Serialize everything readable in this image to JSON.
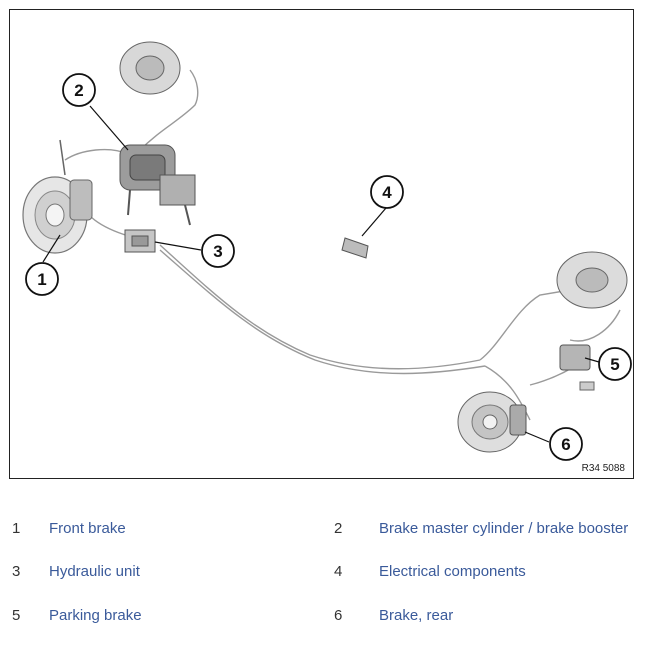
{
  "figure": {
    "code": "R34 5088",
    "callouts": [
      "1",
      "2",
      "3",
      "4",
      "5",
      "6"
    ]
  },
  "legend": [
    {
      "num": "1",
      "label": "Front brake"
    },
    {
      "num": "2",
      "label": "Brake master cylinder / brake booster"
    },
    {
      "num": "3",
      "label": "Hydraulic unit"
    },
    {
      "num": "4",
      "label": "Electrical components"
    },
    {
      "num": "5",
      "label": "Parking brake"
    },
    {
      "num": "6",
      "label": "Brake, rear"
    }
  ]
}
